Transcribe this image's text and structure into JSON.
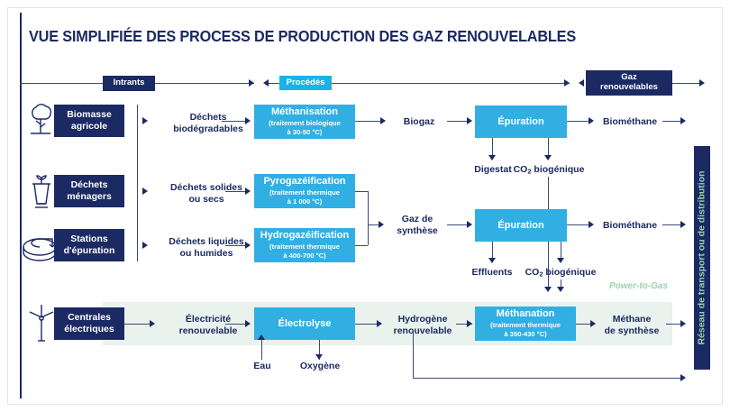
{
  "title": "VUE SIMPLIFIÉE DES PROCESS DE PRODUCTION DES GAZ RENOUVELABLES",
  "colors": {
    "navy": "#1b2a63",
    "cyan": "#31afe3",
    "tag_cyan": "#19b3ea",
    "band_green": "#e9f2ec",
    "ptg_green": "#9ed0b0"
  },
  "header_tags": {
    "intrants": "Intrants",
    "procedes": "Procédés",
    "gaz_renouvelables": "Gaz\nrenouvelables",
    "gaz_renouvelables_line1": "Gaz",
    "gaz_renouvelables_line2": "renouvelables"
  },
  "inputs": [
    {
      "icon": "tree-icon",
      "line1": "Biomasse",
      "line2": "agricole"
    },
    {
      "icon": "waste-bin-icon",
      "line1": "Déchets",
      "line2": "ménagers"
    },
    {
      "icon": "tank-icon",
      "line1": "Stations",
      "line2": "d'épuration"
    },
    {
      "icon": "wind-turbine-icon",
      "line1": "Centrales",
      "line2": "électriques"
    }
  ],
  "feedstock": [
    {
      "line1": "Déchets",
      "line2": "biodégradables"
    },
    {
      "line1": "Déchets solides",
      "line2": "ou secs"
    },
    {
      "line1": "Déchets liquides",
      "line2": "ou humides"
    },
    {
      "line1": "Électricité",
      "line2": "renouvelable"
    }
  ],
  "processes": [
    {
      "name": "Méthanisation",
      "sub1": "(traitement biologique",
      "sub2": "à 30-50 °C)"
    },
    {
      "name": "Pyrogazéification",
      "sub1": "(traitement thermique",
      "sub2": "à 1 000 °C)"
    },
    {
      "name": "Hydrogazéification",
      "sub1": "(traitement thermique",
      "sub2": "à 400-700 °C)"
    },
    {
      "name": "Électrolyse",
      "sub1": "",
      "sub2": ""
    },
    {
      "name": "Méthanation",
      "sub1": "(traitement thermique",
      "sub2": "à 350-430 °C)"
    }
  ],
  "intermediates": {
    "biogaz": "Biogaz",
    "gaz_synthese_l1": "Gaz de",
    "gaz_synthese_l2": "synthèse",
    "hydrogene_l1": "Hydrogène",
    "hydrogene_l2": "renouvelable"
  },
  "purification": {
    "label_top": "Épuration",
    "label_bottom": "Épuration"
  },
  "outputs": {
    "biomethane_top": "Biométhane",
    "biomethane_bottom": "Biométhane",
    "methane_l1": "Méthane",
    "methane_l2": "de synthèse"
  },
  "byproducts": {
    "digestat": "Digestat",
    "co2_top_pre": "CO",
    "co2_top_sub": "2",
    "co2_top_post": " biogénique",
    "effluents": "Effluents",
    "co2_bottom_pre": "CO",
    "co2_bottom_sub": "2",
    "co2_bottom_post": " biogénique"
  },
  "electrolysis_io": {
    "eau": "Eau",
    "oxygene": "Oxygène"
  },
  "annotations": {
    "power_to_gas": "Power-to-Gas",
    "network": "Réseau de transport ou de distribution"
  }
}
